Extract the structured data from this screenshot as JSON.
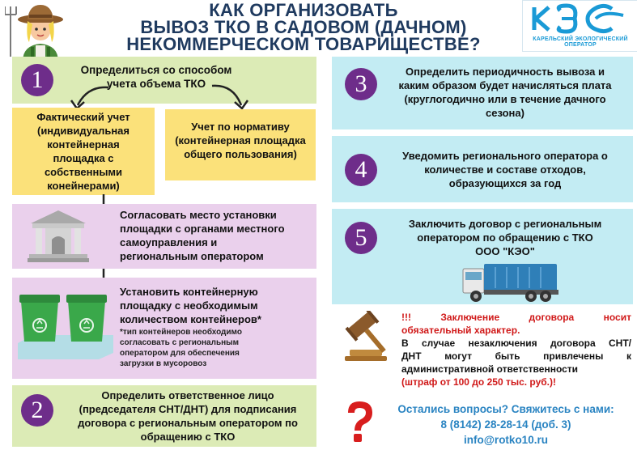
{
  "header": {
    "title_lines": [
      "КАК ОРГАНИЗОВАТЬ",
      "ВЫВОЗ ТКО В САДОВОМ (ДАЧНОМ)",
      "НЕКОММЕРЧЕСКОМ ТОВАРИЩЕСТВЕ?"
    ],
    "logo_text": "КЭО",
    "logo_subtitle": "КАРЕЛЬСКИЙ ЭКОЛОГИЧЕСКИЙ ОПЕРАТОР"
  },
  "steps": {
    "s1": {
      "number": "1",
      "text_lines": [
        "Определиться со способом",
        "учета объема ТКО"
      ]
    },
    "option_actual": {
      "text_lines": [
        "Фактический учет",
        "(индивидуальная",
        "контейнерная",
        "площадка с",
        "собственными",
        "конейнерами)"
      ]
    },
    "option_norm": {
      "text_lines": [
        "Учет по нормативу",
        "(контейнерная площадка",
        "общего пользования)"
      ]
    },
    "agree": {
      "text_lines": [
        "Согласовать место установки",
        "площадки с органами местного",
        "самоуправления и",
        "региональным оператором"
      ]
    },
    "install": {
      "text_lines": [
        "Установить контейнерную",
        "площадку с необходимым",
        "количеством контейнеров*"
      ],
      "note_lines": [
        "*тип контейнеров необходимо",
        "согласовать с региональным",
        "оператором для обеспечения",
        "загрузки в мусоровоз"
      ]
    },
    "s2": {
      "number": "2",
      "text_lines": [
        "Определить ответственное лицо",
        "(председателя СНТ/ДНТ) для подписания",
        "договора с региональным оператором по",
        "обращению с ТКО"
      ]
    },
    "s3": {
      "number": "3",
      "text_lines": [
        "Определить периодичность вывоза и",
        "каким образом будет начисляться плата",
        "(круглогодично или в течение дачного",
        "сезона)"
      ]
    },
    "s4": {
      "number": "4",
      "text_lines": [
        "Уведомить регионального оператора о",
        "количестве и составе отходов,",
        "образующихся за год"
      ]
    },
    "s5": {
      "number": "5",
      "text_lines": [
        "Заключить договор с региональным",
        "оператором по обращению с ТКО",
        "ООО \"КЭО\""
      ]
    }
  },
  "warning": {
    "lines": [
      "!!!  Заключение договора носит",
      "обязательный характер.",
      "В случае незаключения договора СНТ/",
      "ДНТ могут быть привлечены к",
      "административной ответственности",
      "(штраф от 100 до 250 тыс. руб.)!"
    ]
  },
  "contacts": {
    "line1": "Остались вопросы? Свяжитесь с нами:",
    "phone": "8 (8142) 28-28-14 (доб. 3)",
    "email": "info@rotko10.ru"
  },
  "colors": {
    "title": "#1f3a5f",
    "number_badge": "#6e2d8a",
    "green_box": "#dcebb6",
    "yellow_box": "#fbe17a",
    "pink_box": "#ead0ec",
    "cyan_box": "#c3ecf3",
    "warning_red": "#d01818",
    "contact_blue": "#2a84c2",
    "logo_blue": "#1a9ad6"
  },
  "icons": [
    "farmer-icon",
    "logo-icon",
    "building-icon",
    "container-icon",
    "garbage-truck-icon",
    "gavel-icon",
    "question-icon",
    "arrow-icon"
  ]
}
